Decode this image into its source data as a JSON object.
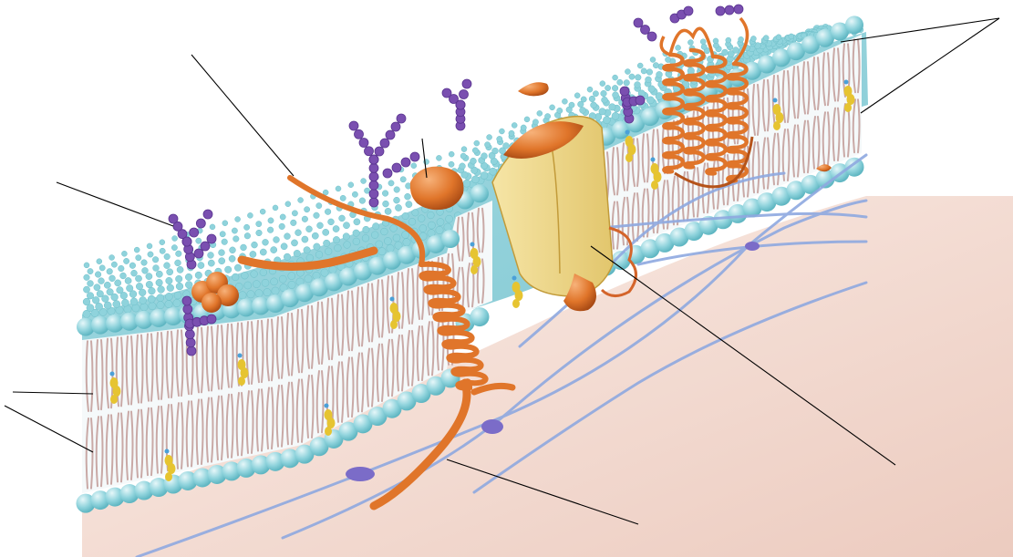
{
  "figure": {
    "kind": "unlabeled-diagram",
    "labels": [],
    "colors": {
      "background": "#ffffff",
      "phospholipid_head": "#8fd3dc",
      "head_highlight": "#d8f3f6",
      "tail": "#c9a9a6",
      "protein": "#e0752a",
      "protein_dark": "#b5531a",
      "channel_yellow": "#f0d98e",
      "carbohydrate": "#7a4fb0",
      "cholesterol": "#e6c431",
      "cytoskeleton": "#8fa9e0",
      "cytoplasm": "#f3ddd6",
      "leader_line": "#000000"
    },
    "parts": [
      "phospholipid-bilayer",
      "cholesterol",
      "glycoprotein",
      "glycolipid",
      "peripheral-protein",
      "integral-protein",
      "channel-protein",
      "alpha-helix-protein",
      "cytoskeleton-filament"
    ]
  }
}
